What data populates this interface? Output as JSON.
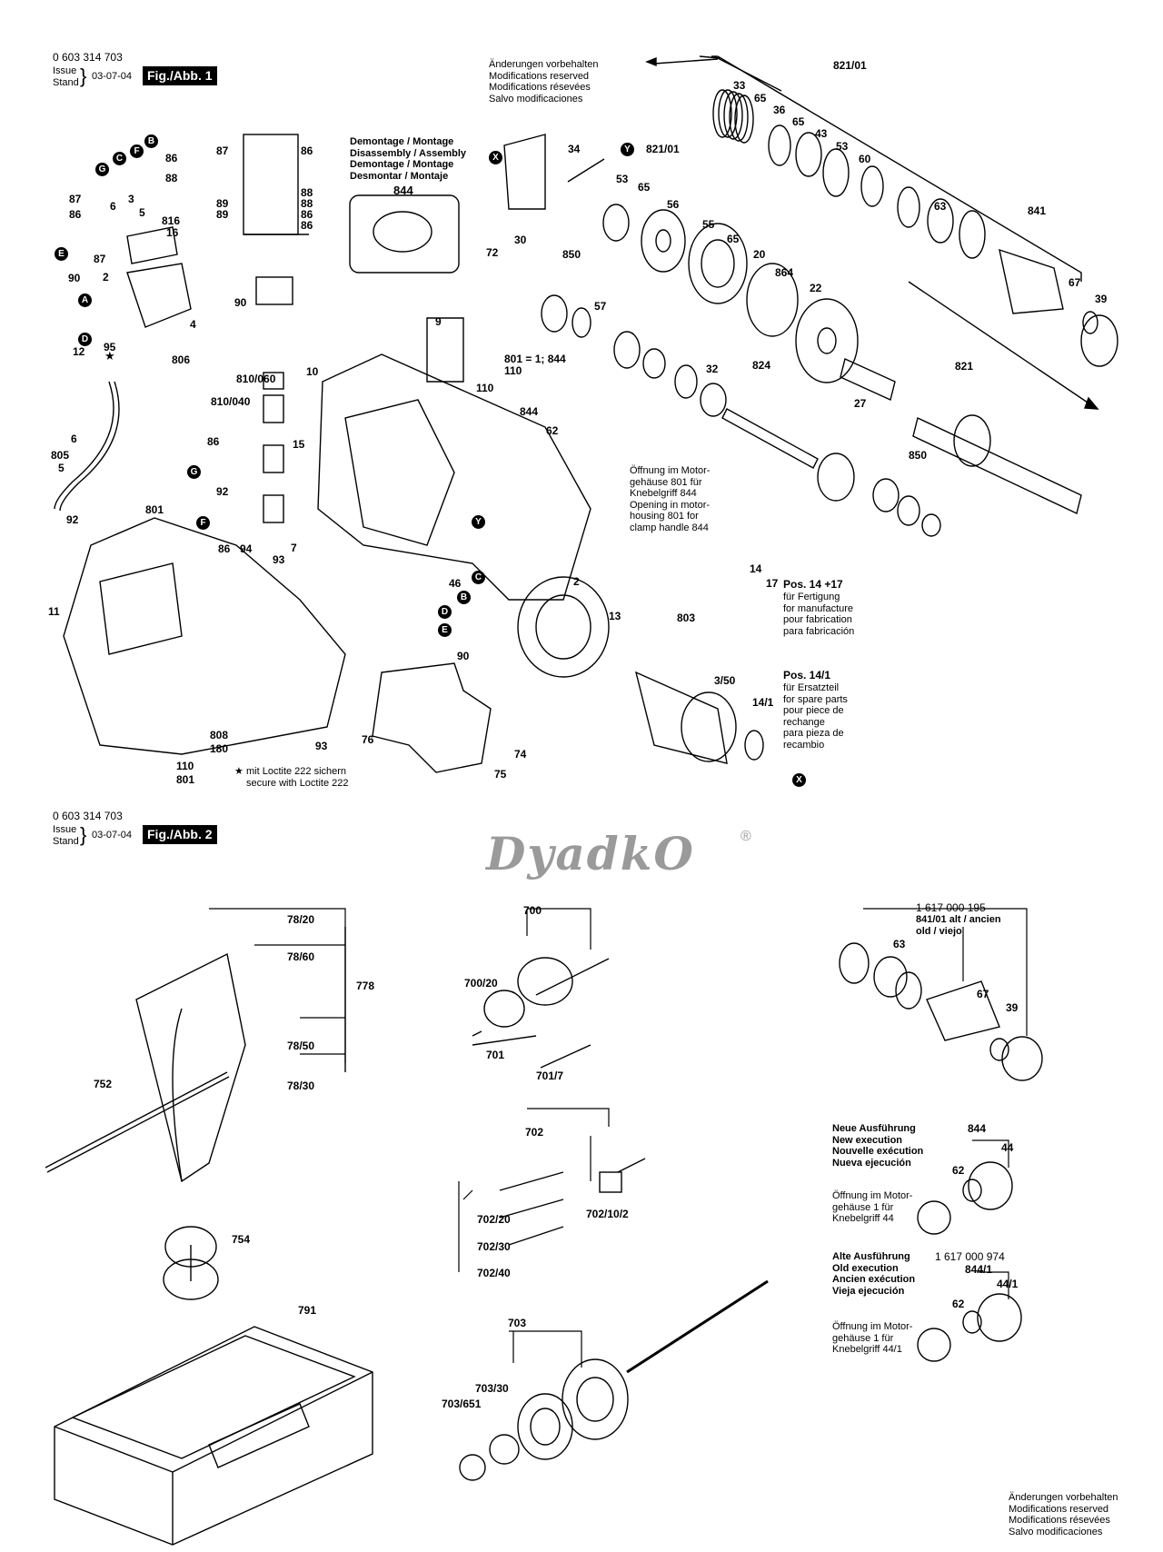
{
  "fig1": {
    "part_no": "0 603 314 703",
    "issue_label": "Issue\nStand",
    "date": "03-07-04",
    "fig_label": "Fig./Abb. 1",
    "modifications": "Änderungen vorbehalten\nModifications reserved\nModifications résevées\nSalvo modificaciones",
    "disassembly": "Demontage / Montage\nDisassembly / Assembly\nDemontage / Montage\nDesmontar / Montaje",
    "disassembly_part": "844",
    "opening_note": "Öffnung im Motor-\ngehäuse 801 für\nKnebelgriff 844\nOpening in motor-\nhousing 801 for\nclamp handle 844",
    "pos14_17": "Pos. 14 +17",
    "pos14_17_text": "für Fertigung\nfor manufacture\npour fabrication\npara fabricación",
    "pos14_1": "Pos. 14/1",
    "pos14_1_text": "für Ersatzteil\nfor spare parts\npour piece de\nrechange\npara pieza de\nrecambio",
    "loctite": "mit Loctite 222 sichern\nsecure with Loctite 222",
    "star": "★",
    "assy_note": "801 = 1; 844\n110",
    "labels": [
      "33",
      "65",
      "36",
      "65",
      "43",
      "53",
      "60",
      "821/01",
      "34",
      "30",
      "72",
      "821/01",
      "53",
      "65",
      "56",
      "55",
      "65",
      "20",
      "864",
      "22",
      "63",
      "841",
      "67",
      "39",
      "850",
      "57",
      "32",
      "824",
      "27",
      "821",
      "850",
      "9",
      "110",
      "844",
      "62",
      "810/060",
      "10",
      "810/040",
      "86",
      "15",
      "92",
      "86",
      "94",
      "801",
      "92",
      "93",
      "7",
      "46",
      "2",
      "14",
      "17",
      "13",
      "803",
      "3/50",
      "14/1",
      "11",
      "808",
      "180",
      "110",
      "801",
      "93",
      "76",
      "74",
      "75",
      "90",
      "87",
      "86",
      "89",
      "89",
      "86",
      "88",
      "88",
      "86",
      "90",
      "86",
      "88",
      "6",
      "3",
      "5",
      "87",
      "86",
      "816",
      "16",
      "90",
      "87",
      "2",
      "4",
      "95",
      "12",
      "806",
      "6",
      "805",
      "5"
    ],
    "badges": [
      "X",
      "Y",
      "A",
      "B",
      "C",
      "D",
      "E",
      "F",
      "G",
      "Y",
      "X"
    ]
  },
  "fig2": {
    "part_no": "0 603 314 703",
    "issue_label": "Issue\nStand",
    "date": "03-07-04",
    "fig_label": "Fig./Abb. 2",
    "watermark": "DyadkO",
    "watermark_reg": "®",
    "labels": [
      "78/20",
      "78/60",
      "778",
      "78/50",
      "78/30",
      "752",
      "754",
      "791",
      "700",
      "700/20",
      "701",
      "701/7",
      "702",
      "702/20",
      "702/30",
      "702/40",
      "702/10/2",
      "703",
      "703/30",
      "703/651",
      "63",
      "67",
      "39",
      "844",
      "44",
      "62",
      "844/1",
      "44/1",
      "62"
    ],
    "old_part_header": "1 617 000 195",
    "old_part_sub": "841/01 alt / ancien\nold / viejo",
    "new_exec": "Neue Ausführung\nNew execution\nNouvelle exécution\nNueva ejecución",
    "new_note": "Öffnung im Motor-\ngehäuse 1 für\nKnebelgriff 44",
    "old_exec": "Alte Ausführung\nOld execution\nAncien exécution\nVieja ejecución",
    "old_exec_part": "1 617 000 974",
    "old_note": "Öffnung im Motor-\ngehäuse 1 für\nKnebelgriff 44/1",
    "modifications": "Änderungen vorbehalten\nModifications reserved\nModifications résevées\nSalvo modificaciones"
  }
}
